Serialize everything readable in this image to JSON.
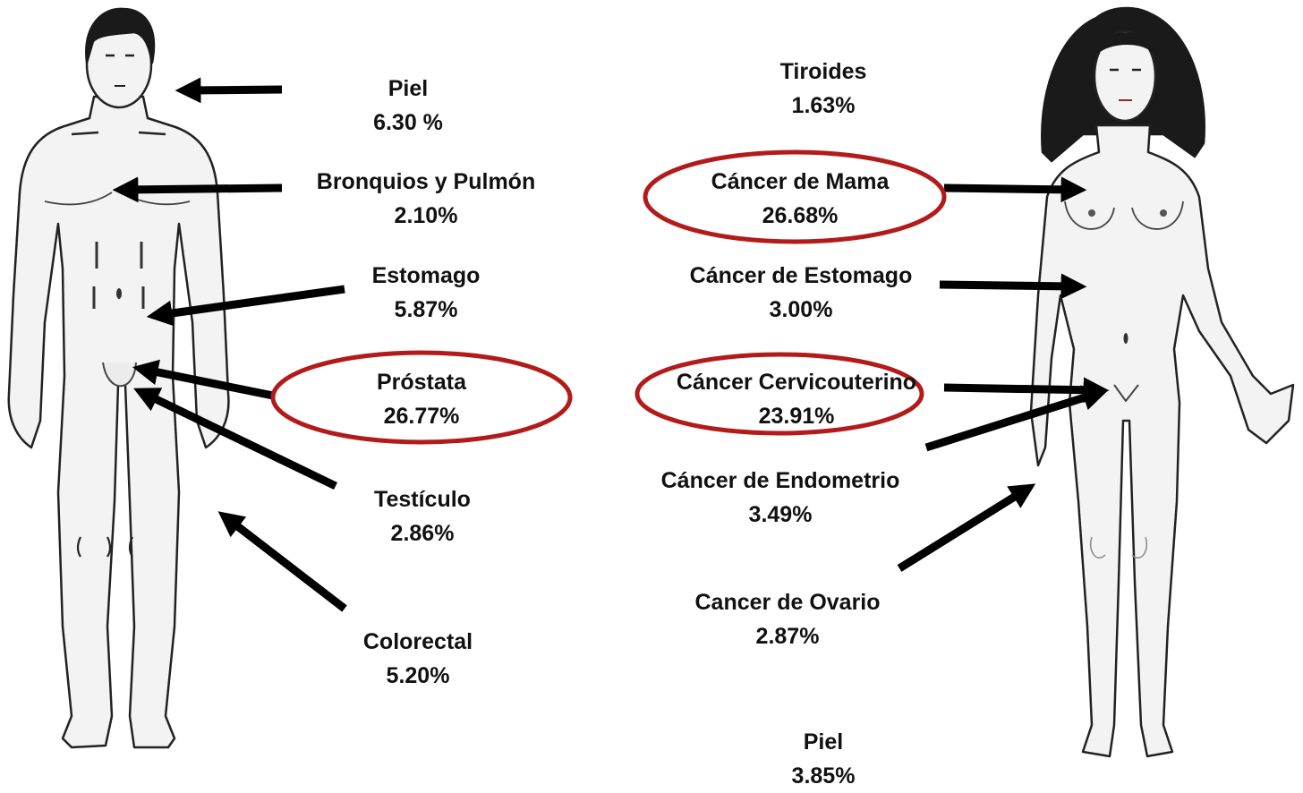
{
  "male": {
    "figure": "male-body",
    "labels": [
      {
        "id": "male-skin",
        "name": "Piel",
        "value": "6.30 %",
        "highlighted": false
      },
      {
        "id": "male-lung",
        "name": "Bronquios y Pulmón",
        "value": "2.10%",
        "highlighted": false
      },
      {
        "id": "male-stomach",
        "name": "Estomago",
        "value": "5.87%",
        "highlighted": false
      },
      {
        "id": "male-prostate",
        "name": "Próstata",
        "value": "26.77%",
        "highlighted": true
      },
      {
        "id": "male-testicle",
        "name": "Testículo",
        "value": "2.86%",
        "highlighted": false
      },
      {
        "id": "male-colorectal",
        "name": "Colorectal",
        "value": "5.20%",
        "highlighted": false
      }
    ]
  },
  "female": {
    "figure": "female-body",
    "labels": [
      {
        "id": "female-thyroid",
        "name": "Tiroides",
        "value": "1.63%",
        "highlighted": false
      },
      {
        "id": "female-breast",
        "name": "Cáncer de Mama",
        "value": "26.68%",
        "highlighted": true
      },
      {
        "id": "female-stomach",
        "name": "Cáncer de Estomago",
        "value": "3.00%",
        "highlighted": false
      },
      {
        "id": "female-cervical",
        "name": "Cáncer Cervicouterino",
        "value": "23.91%",
        "highlighted": true
      },
      {
        "id": "female-endometrium",
        "name": "Cáncer de Endometrio",
        "value": "3.49%",
        "highlighted": false
      },
      {
        "id": "female-ovary",
        "name": "Cancer de Ovario",
        "value": "2.87%",
        "highlighted": false
      },
      {
        "id": "female-skin",
        "name": "Piel",
        "value": "3.85%",
        "highlighted": false
      }
    ]
  },
  "colors": {
    "highlight": "#b31b1b",
    "arrow": "#000000",
    "skin": "#f3f3f3",
    "hair": "#1a1a1a",
    "outline": "#222222"
  }
}
